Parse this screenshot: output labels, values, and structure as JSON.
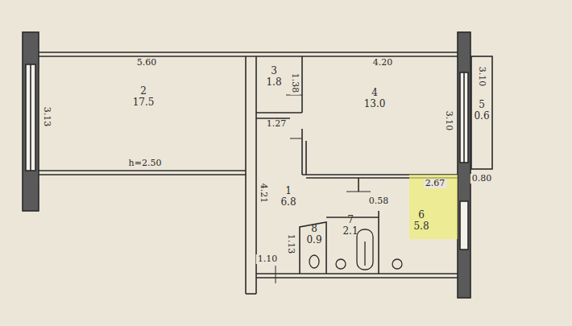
{
  "diagram": {
    "nodes": [
      {
        "text": [
          "2",
          "17.5"
        ]
      },
      {
        "text": [
          "3",
          "1.8"
        ]
      },
      {
        "text": [
          "4",
          "13.0"
        ]
      },
      {
        "text": [
          "5",
          "0.6"
        ]
      },
      {
        "text": [
          "1",
          "6.8"
        ]
      },
      {
        "text": [
          "8",
          "0.9"
        ]
      },
      {
        "text": [
          "7",
          "2.1"
        ]
      },
      {
        "text": [
          "6",
          "5.8"
        ]
      }
    ],
    "labels": [
      "5.60",
      "3.13",
      "h=2.50",
      "1.38",
      "1.27",
      "4.20",
      "3.10",
      "3.10",
      "0.80",
      "4.21",
      "0.58",
      "2.67",
      "1.13",
      "1.10"
    ]
  }
}
